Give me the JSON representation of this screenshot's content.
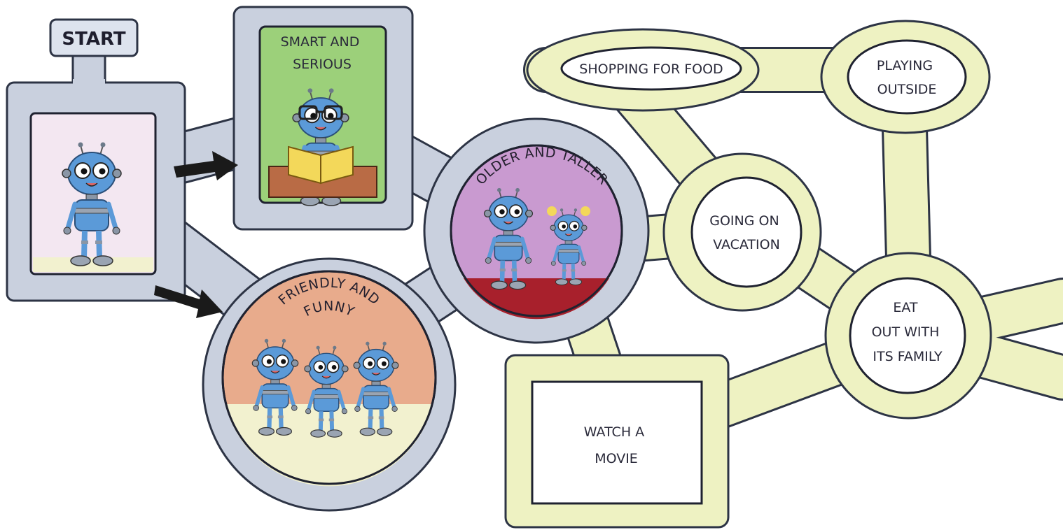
{
  "start_label": "START",
  "stage_one": {
    "smart": "SMART AND SERIOUS",
    "friendly_line1": "FRIENDLY AND",
    "friendly_line2": "FUNNY"
  },
  "stage_two": {
    "older": "OLDER AND TALLER"
  },
  "activities": {
    "shopping": "SHOPPING FOR FOOD",
    "playing_line1": "PLAYING",
    "playing_line2": "OUTSIDE",
    "vacation_line1": "GOING ON",
    "vacation_line2": "VACATION",
    "eat_line1": "EAT",
    "eat_line2": "OUT WITH",
    "eat_line3": "ITS FAMILY",
    "movie_line1": "WATCH A",
    "movie_line2": "MOVIE"
  },
  "colors": {
    "gray_path": "#c9d0de",
    "gray_outline": "#2d3445",
    "yellow_path": "#eef2c2",
    "yellow_outline": "#2d3445",
    "robot_blue": "#5b9ad8",
    "smart_bg": "#9cd07a",
    "friendly_bg": "#e8ab8c",
    "older_bg": "#c99ad0",
    "start_bg": "#f3e7f1"
  },
  "icons": [
    "robot-icon",
    "arrow-right-icon",
    "book-icon",
    "glasses-icon"
  ]
}
